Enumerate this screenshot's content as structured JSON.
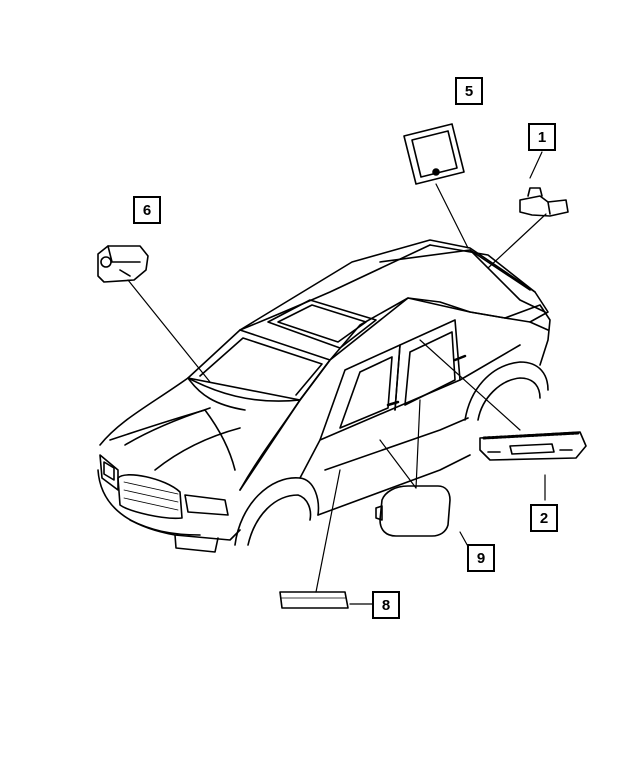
{
  "callouts": [
    {
      "id": "1",
      "label": "1"
    },
    {
      "id": "2",
      "label": "2"
    },
    {
      "id": "5",
      "label": "5"
    },
    {
      "id": "6",
      "label": "6"
    },
    {
      "id": "8",
      "label": "8"
    },
    {
      "id": "9",
      "label": "9"
    }
  ],
  "colors": {
    "line": "#000000",
    "background": "#ffffff",
    "part_shade": "#cfcfcf"
  }
}
